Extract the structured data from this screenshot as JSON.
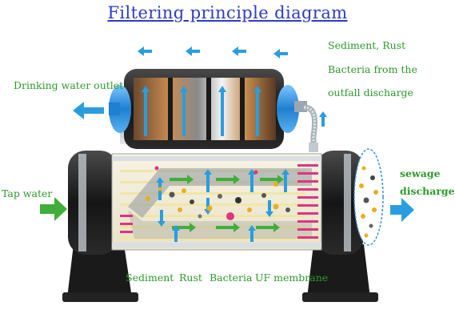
{
  "title": "Filtering principle diagram",
  "labels": {
    "drinking_outlet": "Drinking water outlet",
    "sediment_rust": "Sediment, Rust",
    "bacteria_outfall_1": "Bacteria from the",
    "bacteria_outfall_2": "outfall discharge",
    "tap_water": "Tap water",
    "sewage_1": "sewage",
    "sewage_2": "discharge",
    "sediment": "Sediment",
    "rust": "Rust",
    "bacteria": "Bacteria",
    "uf_membrane": "UF membrane"
  },
  "colors": {
    "title": "#2d3cc7",
    "label_green": "#2c9a2c",
    "arrow_blue": "#2a9de0",
    "arrow_green": "#3fae3a",
    "housing_black": "#1e1e1e",
    "fitting_blue": "#1f7fd0",
    "membrane_pink": "#e0347f"
  }
}
